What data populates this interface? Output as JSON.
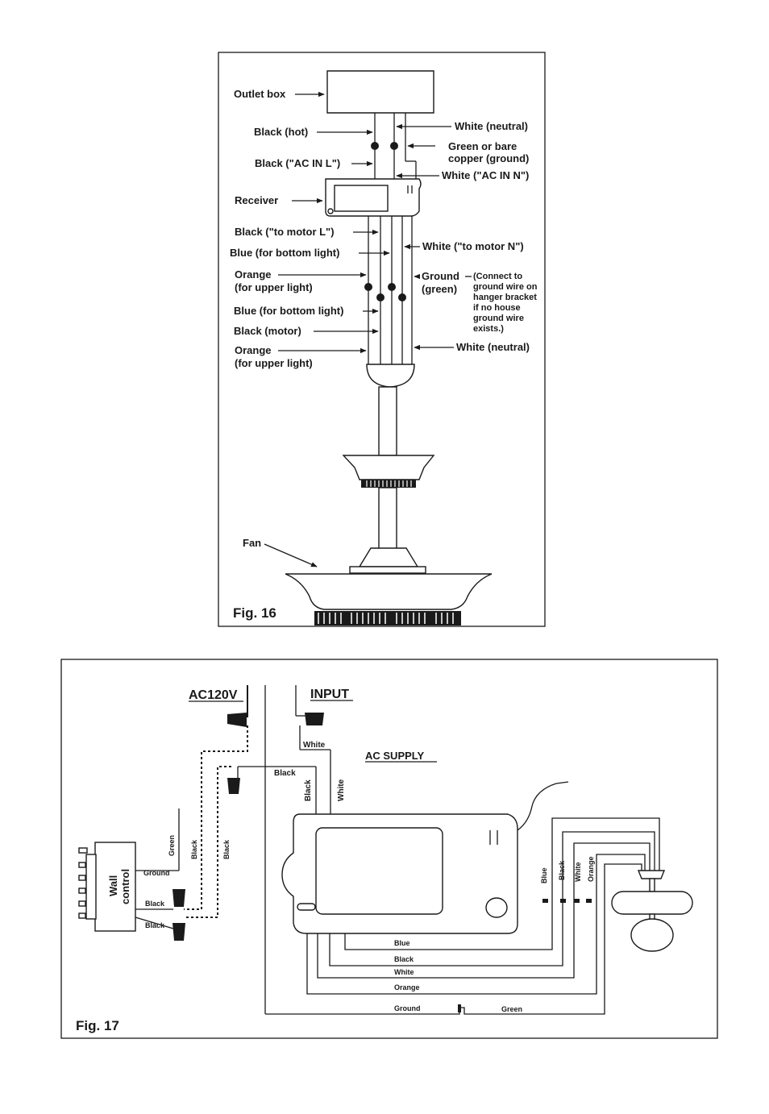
{
  "fig16": {
    "caption": "Fig. 16",
    "outlet_box": "Outlet box",
    "black_hot": "Black (hot)",
    "white_neutral_top": "White (neutral)",
    "green_ground_1": "Green or bare",
    "green_ground_2": "copper (ground)",
    "black_ac_in_l": "Black (\"AC IN L\")",
    "white_ac_in_n": "White (\"AC IN N\")",
    "receiver": "Receiver",
    "black_to_motor_l": "Black (\"to motor  L\")",
    "white_to_motor_n": "White (\"to motor  N\")",
    "blue_bottom_1": "Blue (for bottom light)",
    "ground_green_1": "Ground",
    "ground_green_2": "(green)",
    "ground_note_1": "(Connect to",
    "ground_note_2": "ground wire on",
    "ground_note_3": "hanger bracket",
    "ground_note_4": "if no house",
    "ground_note_5": "ground wire",
    "ground_note_6": "exists.)",
    "orange_upper_1a": "Orange",
    "orange_upper_1b": "(for upper light)",
    "blue_bottom_2": "Blue (for bottom light)",
    "black_motor": "Black (motor)",
    "white_neutral_bottom": "White (neutral)",
    "orange_upper_2a": "Orange",
    "orange_upper_2b": "(for upper light)",
    "fan": "Fan"
  },
  "fig17": {
    "caption": "Fig. 17",
    "ac120v": "AC120V",
    "input": "INPUT",
    "ac_supply": "AC SUPPLY",
    "white_in": "White",
    "black_in": "Black",
    "black_vert": "Black",
    "white_vert": "White",
    "wall_control_1": "Wall",
    "wall_control_2": "control",
    "green": "Green",
    "black_a": "Black",
    "black_b": "Black",
    "ground_wc": "Ground",
    "black_wc1": "Black",
    "black_wc2": "Black",
    "blue_v": "Blue",
    "black_v": "Black",
    "white_v": "White",
    "orange_v": "Orange",
    "blue_h": "Blue",
    "black_h": "Black",
    "white_h": "White",
    "orange_h": "Orange",
    "ground_h": "Ground",
    "green_h": "Green"
  }
}
